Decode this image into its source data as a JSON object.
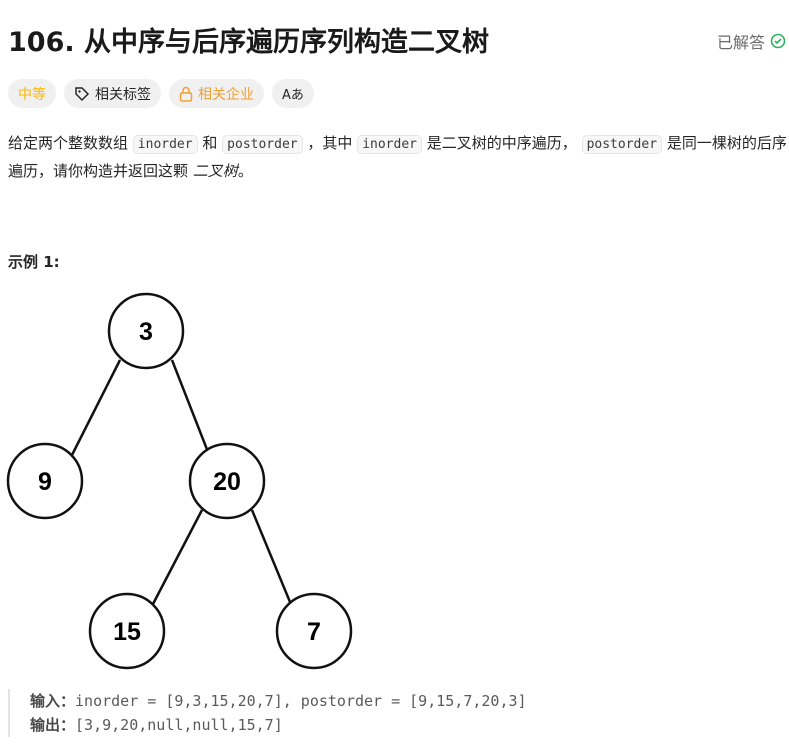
{
  "header": {
    "title": "106. 从中序与后序遍历序列构造二叉树",
    "status": "已解答",
    "status_color": "#2db55d"
  },
  "tags": {
    "difficulty": "中等",
    "difficulty_color": "#ffb800",
    "topics": "相关标签",
    "companies": "相关企业",
    "translate": "Aあ"
  },
  "description": {
    "p1": "给定两个整数数组",
    "code1": "inorder",
    "p2": "和",
    "code2": "postorder",
    "p3": "，其中",
    "code3": "inorder",
    "p4": "是二叉树的中序遍历，",
    "code4": "postorder",
    "p5": "是同一棵树的后序遍历，请你构造并返回这颗",
    "p6": "二叉树",
    "p7": "。"
  },
  "example": {
    "title": "示例 1:",
    "tree_nodes": [
      "3",
      "9",
      "20",
      "15",
      "7"
    ],
    "input_label": "输入：",
    "input": "inorder = [9,3,15,20,7], postorder = [9,15,7,20,3]",
    "output_label": "输出：",
    "output": "[3,9,20,null,null,15,7]"
  }
}
